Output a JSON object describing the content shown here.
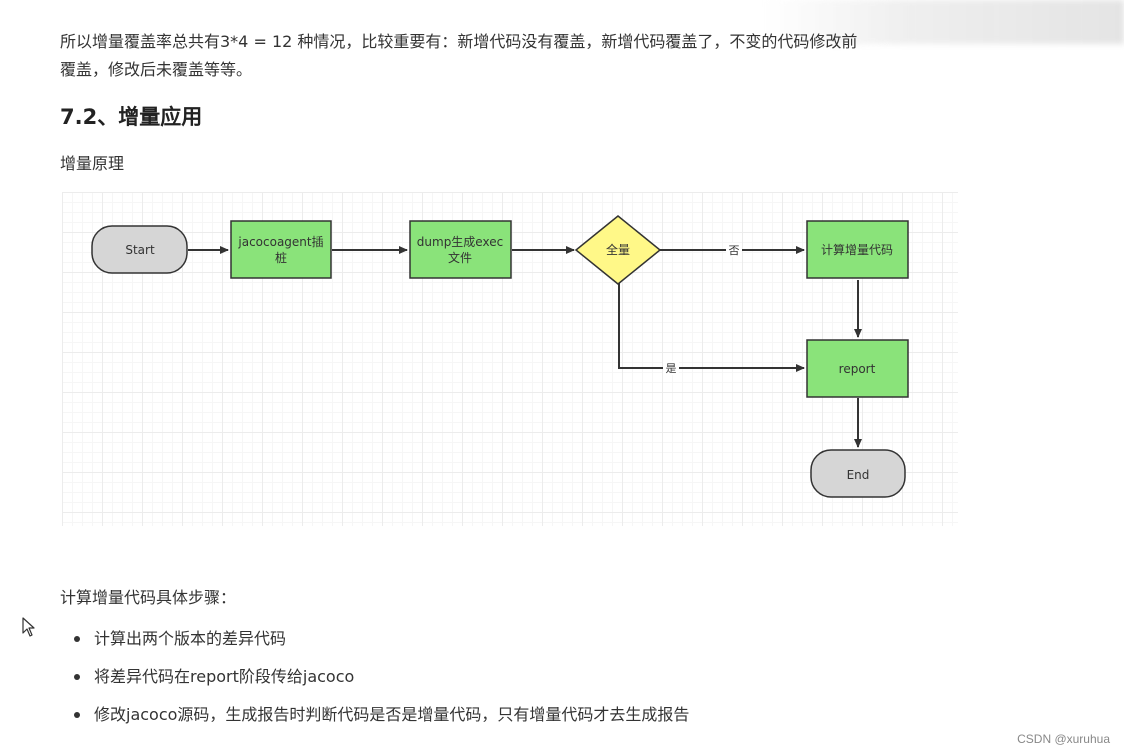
{
  "intro": {
    "line1": "所以增量覆盖率总共有3*4 = 12 种情况，比较重要有：新增代码没有覆盖，新增代码覆盖了，不变的代码修改前",
    "line2": "覆盖，修改后未覆盖等等。"
  },
  "section_title": "7.2、增量应用",
  "subtitle": "增量原理",
  "diagram": {
    "nodes": {
      "start": "Start",
      "agent_line1": "jacocoagent插",
      "agent_line2": "桩",
      "dump_line1": "dump生成exec",
      "dump_line2": "文件",
      "decision": "全量",
      "calc": "计算增量代码",
      "report": "report",
      "end": "End"
    },
    "edges": {
      "no": "否",
      "yes": "是"
    },
    "colors": {
      "process": "#8ae37a",
      "decision": "#fff888",
      "terminal": "#d6d6d6"
    }
  },
  "steps": {
    "title": "计算增量代码具体步骤：",
    "items": [
      "计算出两个版本的差异代码",
      "将差异代码在report阶段传给jacoco",
      "修改jacoco源码，生成报告时判断代码是否是增量代码，只有增量代码才去生成报告"
    ]
  },
  "watermark": "CSDN @xuruhua"
}
